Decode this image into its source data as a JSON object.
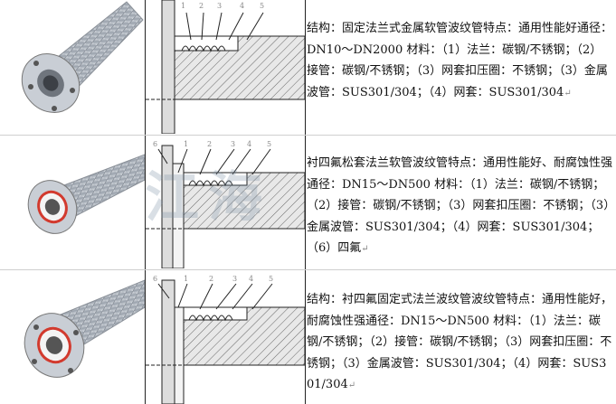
{
  "rows": [
    {
      "title": "固定法兰式金属软管",
      "text": "结构：固定法兰式金属软管波纹管特点：通用性能好通径：DN10～DN2000 材料：（1）法兰：碳钢/不锈钢；（2）接管：碳钢/不锈钢；（3）网套扣压圈：不锈钢；（3）金属波管：SUS301/304；（4）网套：SUS301/304",
      "labels": [
        "1",
        "2",
        "3",
        "4",
        "5"
      ]
    },
    {
      "title": "衬四氟松套法兰软管",
      "text": "衬四氟松套法兰软管波纹管特点：通用性能好、耐腐蚀性强通径：DN15～DN500 材料：（1）法兰：碳钢/不锈钢；（2）接管：碳钢/不锈钢；（3）网套扣压圈：不锈钢；（3）金属波管：SUS301/304；（4）网套：SUS301/304；（6）四氟",
      "labels": [
        "6",
        "1",
        "2",
        "3",
        "4",
        "5"
      ]
    },
    {
      "title": "衬四氟固定式法兰",
      "text": "结构：衬四氟固定式法兰波纹管波纹管特点：通用性能好，耐腐蚀性强通径：DN15～DN500 材料：（1）法兰：碳钢/不锈钢；（2）接管：碳钢/不锈钢；（3）网套扣压圈：不锈钢；（3）金属波管：SUS301/304；（4）网套：SUS301/304",
      "labels": [
        "6",
        "1",
        "2",
        "3",
        "4",
        "5"
      ]
    }
  ],
  "return_mark": "↵",
  "watermark": "江海",
  "colors": {
    "metal": "#b8bec6",
    "ptfe": "#f4f4f4",
    "red": "#d23a2e",
    "line": "#222222"
  }
}
